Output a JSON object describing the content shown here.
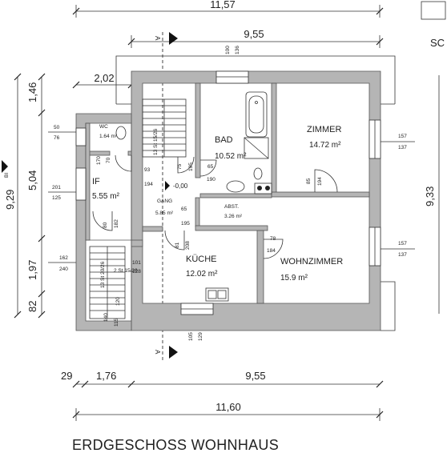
{
  "title": "ERDGESCHOSS WOHNHAUS",
  "dimensions": {
    "top_total": "11,57",
    "top_main": "9,55",
    "top_offset": "2,02",
    "bottom_left_a": "29",
    "bottom_left_b": "1,76",
    "bottom_main": "9,55",
    "bottom_total": "11,60",
    "left_total": "9,29",
    "left_total_sup": "BI",
    "left_1": "1,46",
    "left_2": "5,04",
    "left_3": "1,97",
    "left_4": "82",
    "right_total": "9,33",
    "right_partial_label": "SC",
    "window_top_a": "100",
    "window_top_b": "136",
    "window_bottom_a": "105",
    "window_bottom_b": "129",
    "right_win1_a": "157",
    "right_win1_b": "137",
    "right_win2_a": "157",
    "right_win2_b": "137",
    "wc_a": "50",
    "wc_b": "76",
    "if_a": "201",
    "if_b": "125",
    "stair_a": "162",
    "stair_b": "240",
    "door_93": "93",
    "door_194": "194",
    "door_65": "65",
    "door_190": "190",
    "door_75": "75",
    "door_195": "195",
    "door_170": "170",
    "door_70": "70",
    "door_85": "85",
    "door_194b": "194",
    "door_78": "78",
    "door_184": "184",
    "door_81": "81",
    "door_208": "208",
    "door_80": "80",
    "door_182": "182",
    "door_65b": "65",
    "door_195b": "195",
    "door_101": "101",
    "door_128": "128",
    "door_120": "120",
    "door_140": "140",
    "door_115": "115",
    "level": "-0,00",
    "section_marker": "A"
  },
  "rooms": [
    {
      "name": "WC",
      "area": "1.64 m²"
    },
    {
      "name": "IF",
      "area": "5.55 m²"
    },
    {
      "name": "BAD",
      "area": "10.52 m²"
    },
    {
      "name": "ZIMMER",
      "area": "14.72 m²"
    },
    {
      "name": "GANG",
      "area": "5.85 m²"
    },
    {
      "name": "ABST.",
      "area": "3.26 m²"
    },
    {
      "name": "KÜCHE",
      "area": "12.02 m²"
    },
    {
      "name": "WOHNZIMMER",
      "area": "15.9 m²"
    }
  ],
  "stairs": [
    {
      "label": "13 St 15/26"
    },
    {
      "label": "2 St 15/26"
    },
    {
      "label": "13 St 20/26"
    }
  ]
}
